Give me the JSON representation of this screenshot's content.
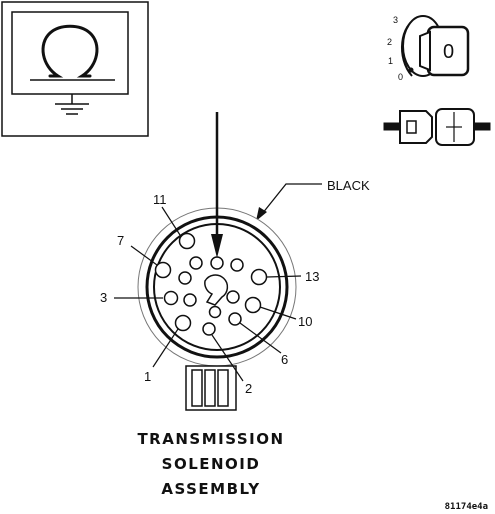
{
  "meter_symbol": "ohm-symbol",
  "ignition": {
    "positions": [
      "3",
      "2",
      "1",
      "0"
    ],
    "key_label": "0"
  },
  "connector": {
    "wire_color_label": "BLACK",
    "pin_labels": [
      "11",
      "7",
      "3",
      "1",
      "2",
      "6",
      "10",
      "13"
    ]
  },
  "caption": {
    "line1": "TRANSMISSION",
    "line2": "SOLENOID",
    "line3": "ASSEMBLY"
  },
  "figure_code": "81174e4a"
}
